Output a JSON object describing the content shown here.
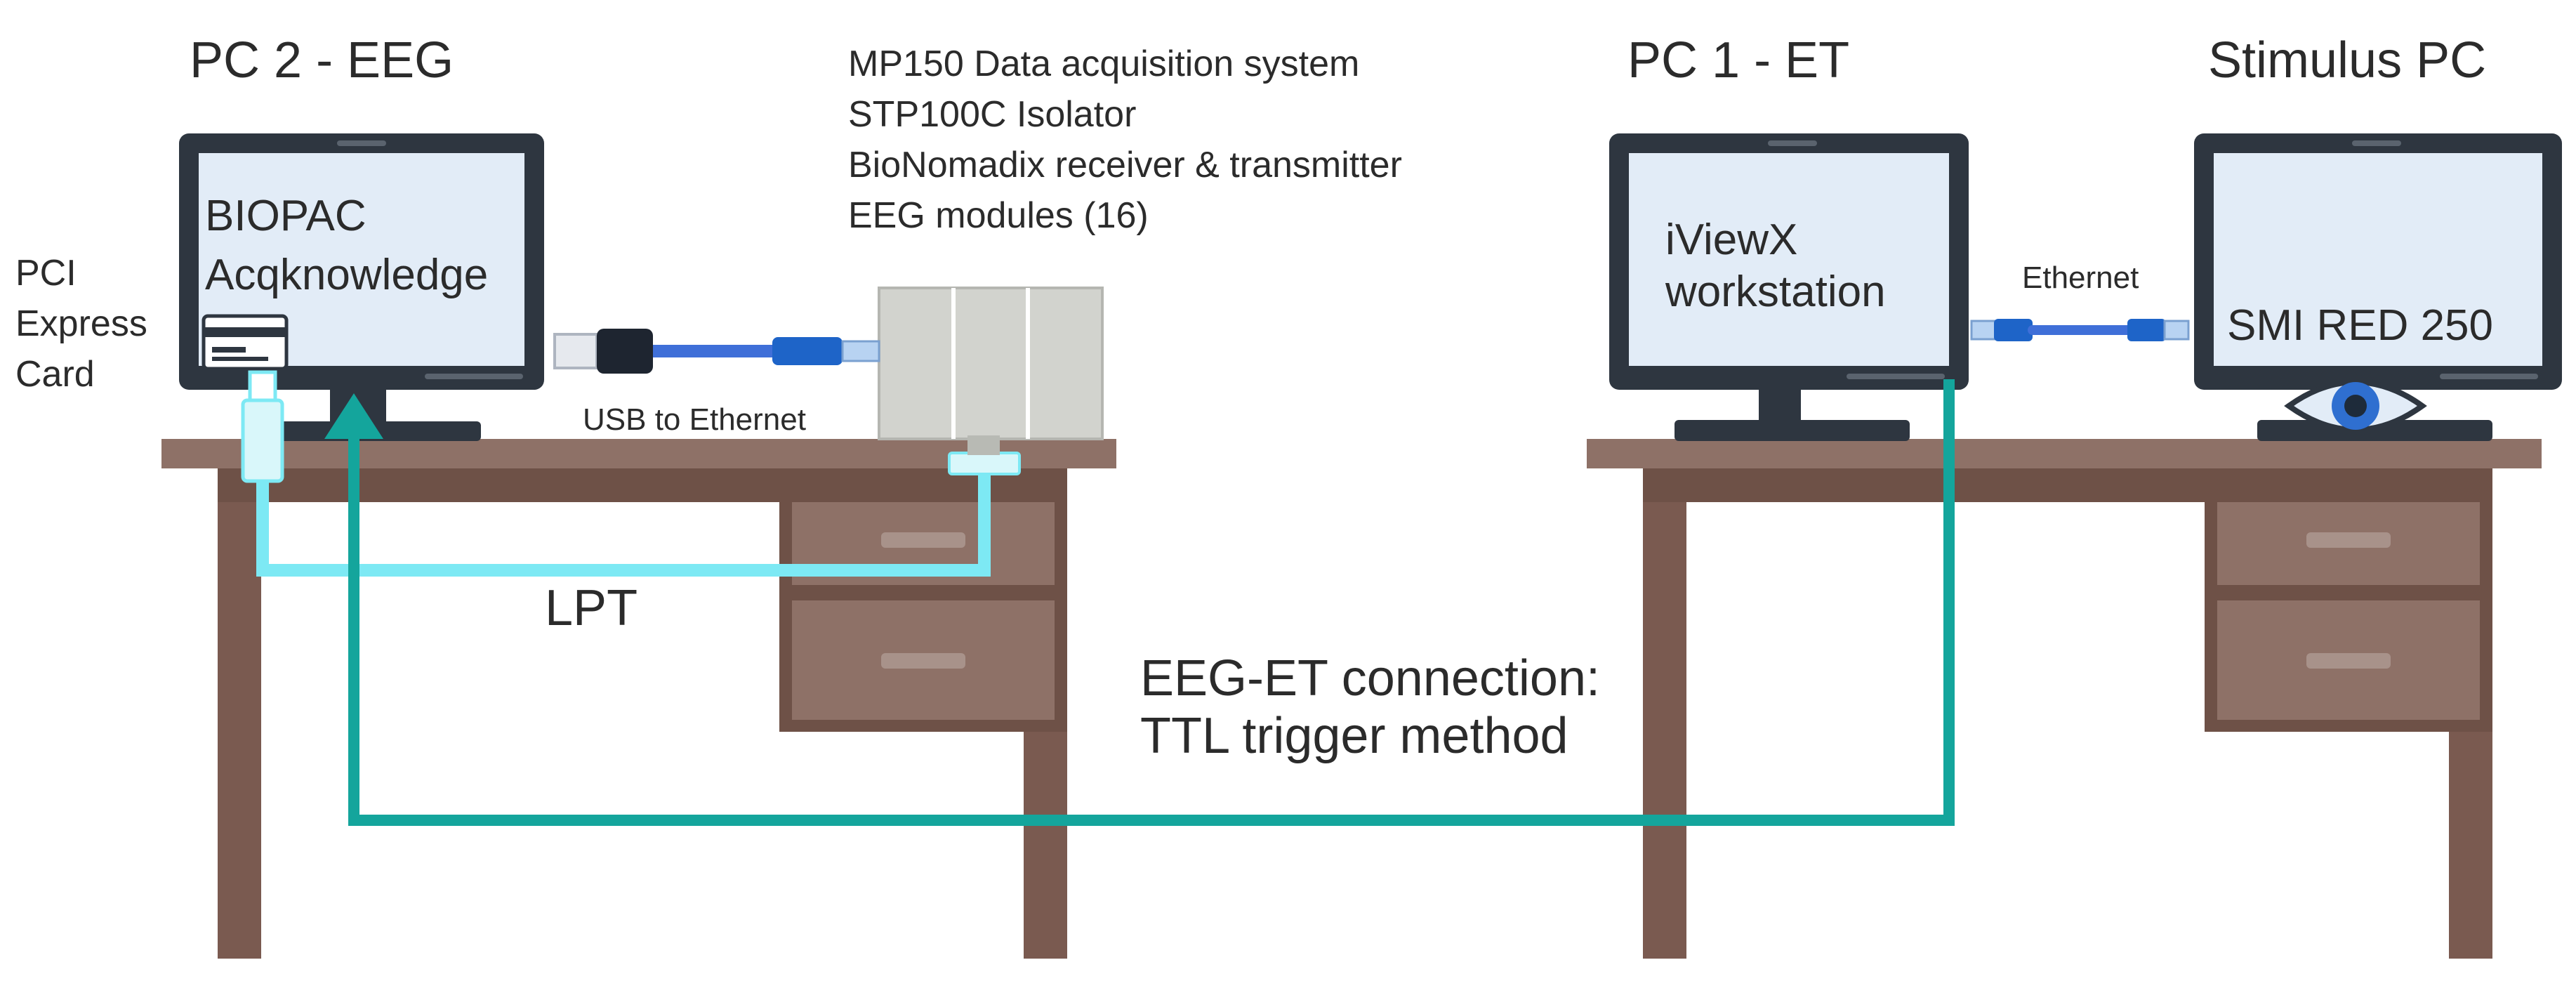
{
  "colors": {
    "desk_top": "#8e7167",
    "desk_body": "#7a5a50",
    "desk_dark": "#5f463e",
    "monitor_frame": "#2e3640",
    "screen": "#e2ecf7",
    "lpt_cable": "#7de9f4",
    "ttl_cable": "#14a59c",
    "usb_cable": "#3f6fd8",
    "module_gray": "#c8c9c4"
  },
  "pcs": {
    "eeg_title": "PC 2 - EEG",
    "eeg_screen_line1": "BIOPAC",
    "eeg_screen_line2": "Acqknowledge",
    "et_title": "PC 1 - ET",
    "et_screen_line1": "iViewX",
    "et_screen_line2": "workstation",
    "stim_title": "Stimulus PC",
    "stim_screen": "SMI RED 250"
  },
  "hardware_list": [
    "MP150 Data acquisition system",
    "STP100C Isolator",
    "BioNomadix receiver & transmitter",
    "EEG modules (16)"
  ],
  "labels": {
    "pci_line1": "PCI",
    "pci_line2": "Express",
    "pci_line3": "Card",
    "usb_to_ethernet": "USB to Ethernet",
    "ethernet": "Ethernet",
    "lpt": "LPT",
    "connection_line1": "EEG-ET connection:",
    "connection_line2": "TTL trigger method"
  },
  "icons": [
    "pci-card-icon",
    "usb-plug-icon",
    "ethernet-plug-icon",
    "eye-icon",
    "arrow-up-icon"
  ]
}
